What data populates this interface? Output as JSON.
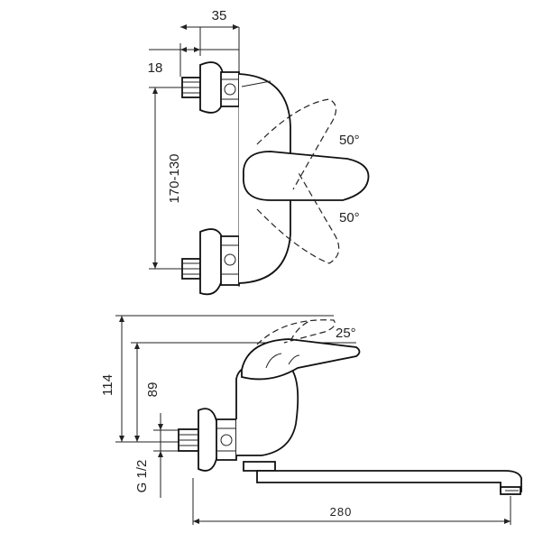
{
  "top_view": {
    "dim_width": "35",
    "dim_inlet": "18",
    "dim_spacing": "170-130",
    "angle_upper": "50°",
    "angle_lower": "50°"
  },
  "side_view": {
    "dim_total_height": "114",
    "dim_lever_height": "89",
    "dim_thread": "G 1/2",
    "angle_lever": "25°",
    "dim_spout_reach": "280"
  }
}
